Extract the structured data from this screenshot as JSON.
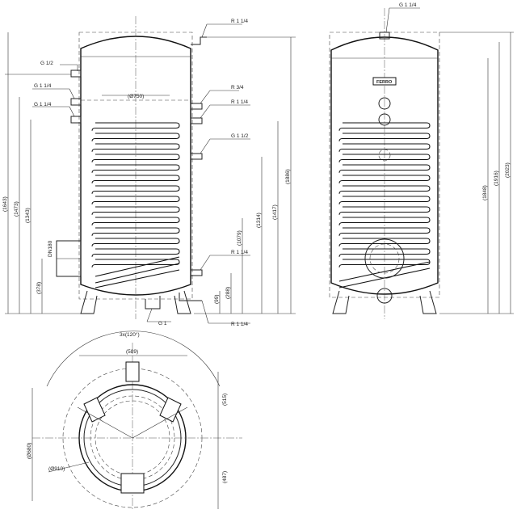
{
  "labels": {
    "g_1_2": "G 1/2",
    "g_1_1_4_a": "G 1 1/4",
    "g_1_1_4_b": "G 1 1/4",
    "r_1_1_4_top": "R 1 1/4",
    "r_3_4": "R 3/4",
    "r_1_1_4_mid": "R 1 1/4",
    "g_1_1_2": "G 1 1/2",
    "r_1_1_4_low": "R 1 1/4",
    "r_1_1_4_bot": "R 1 1/4",
    "g_1": "G 1",
    "dn180": "DN180",
    "g_1_1_4_side": "G 1 1/4",
    "brand": "FERRO"
  },
  "dims_front": {
    "d750": "(Ø750)",
    "h1643": "(1643)",
    "h1473": "(1473)",
    "h1343": "(1343)",
    "h378": "(378)",
    "h1886": "(1886)",
    "h1417": "(1417)",
    "h1314": "(1314)",
    "h1079": "(1079)",
    "h288": "(288)",
    "h99": "(99)"
  },
  "dims_side": {
    "h1848": "(1848)",
    "h1916": "(1916)",
    "h2023": "(2023)"
  },
  "dims_top": {
    "angle": "3x(120°)",
    "w589": "(589)",
    "d680": "(Ø680)",
    "d910": "(Ø910)",
    "h515": "(515)",
    "h487": "(487)"
  }
}
